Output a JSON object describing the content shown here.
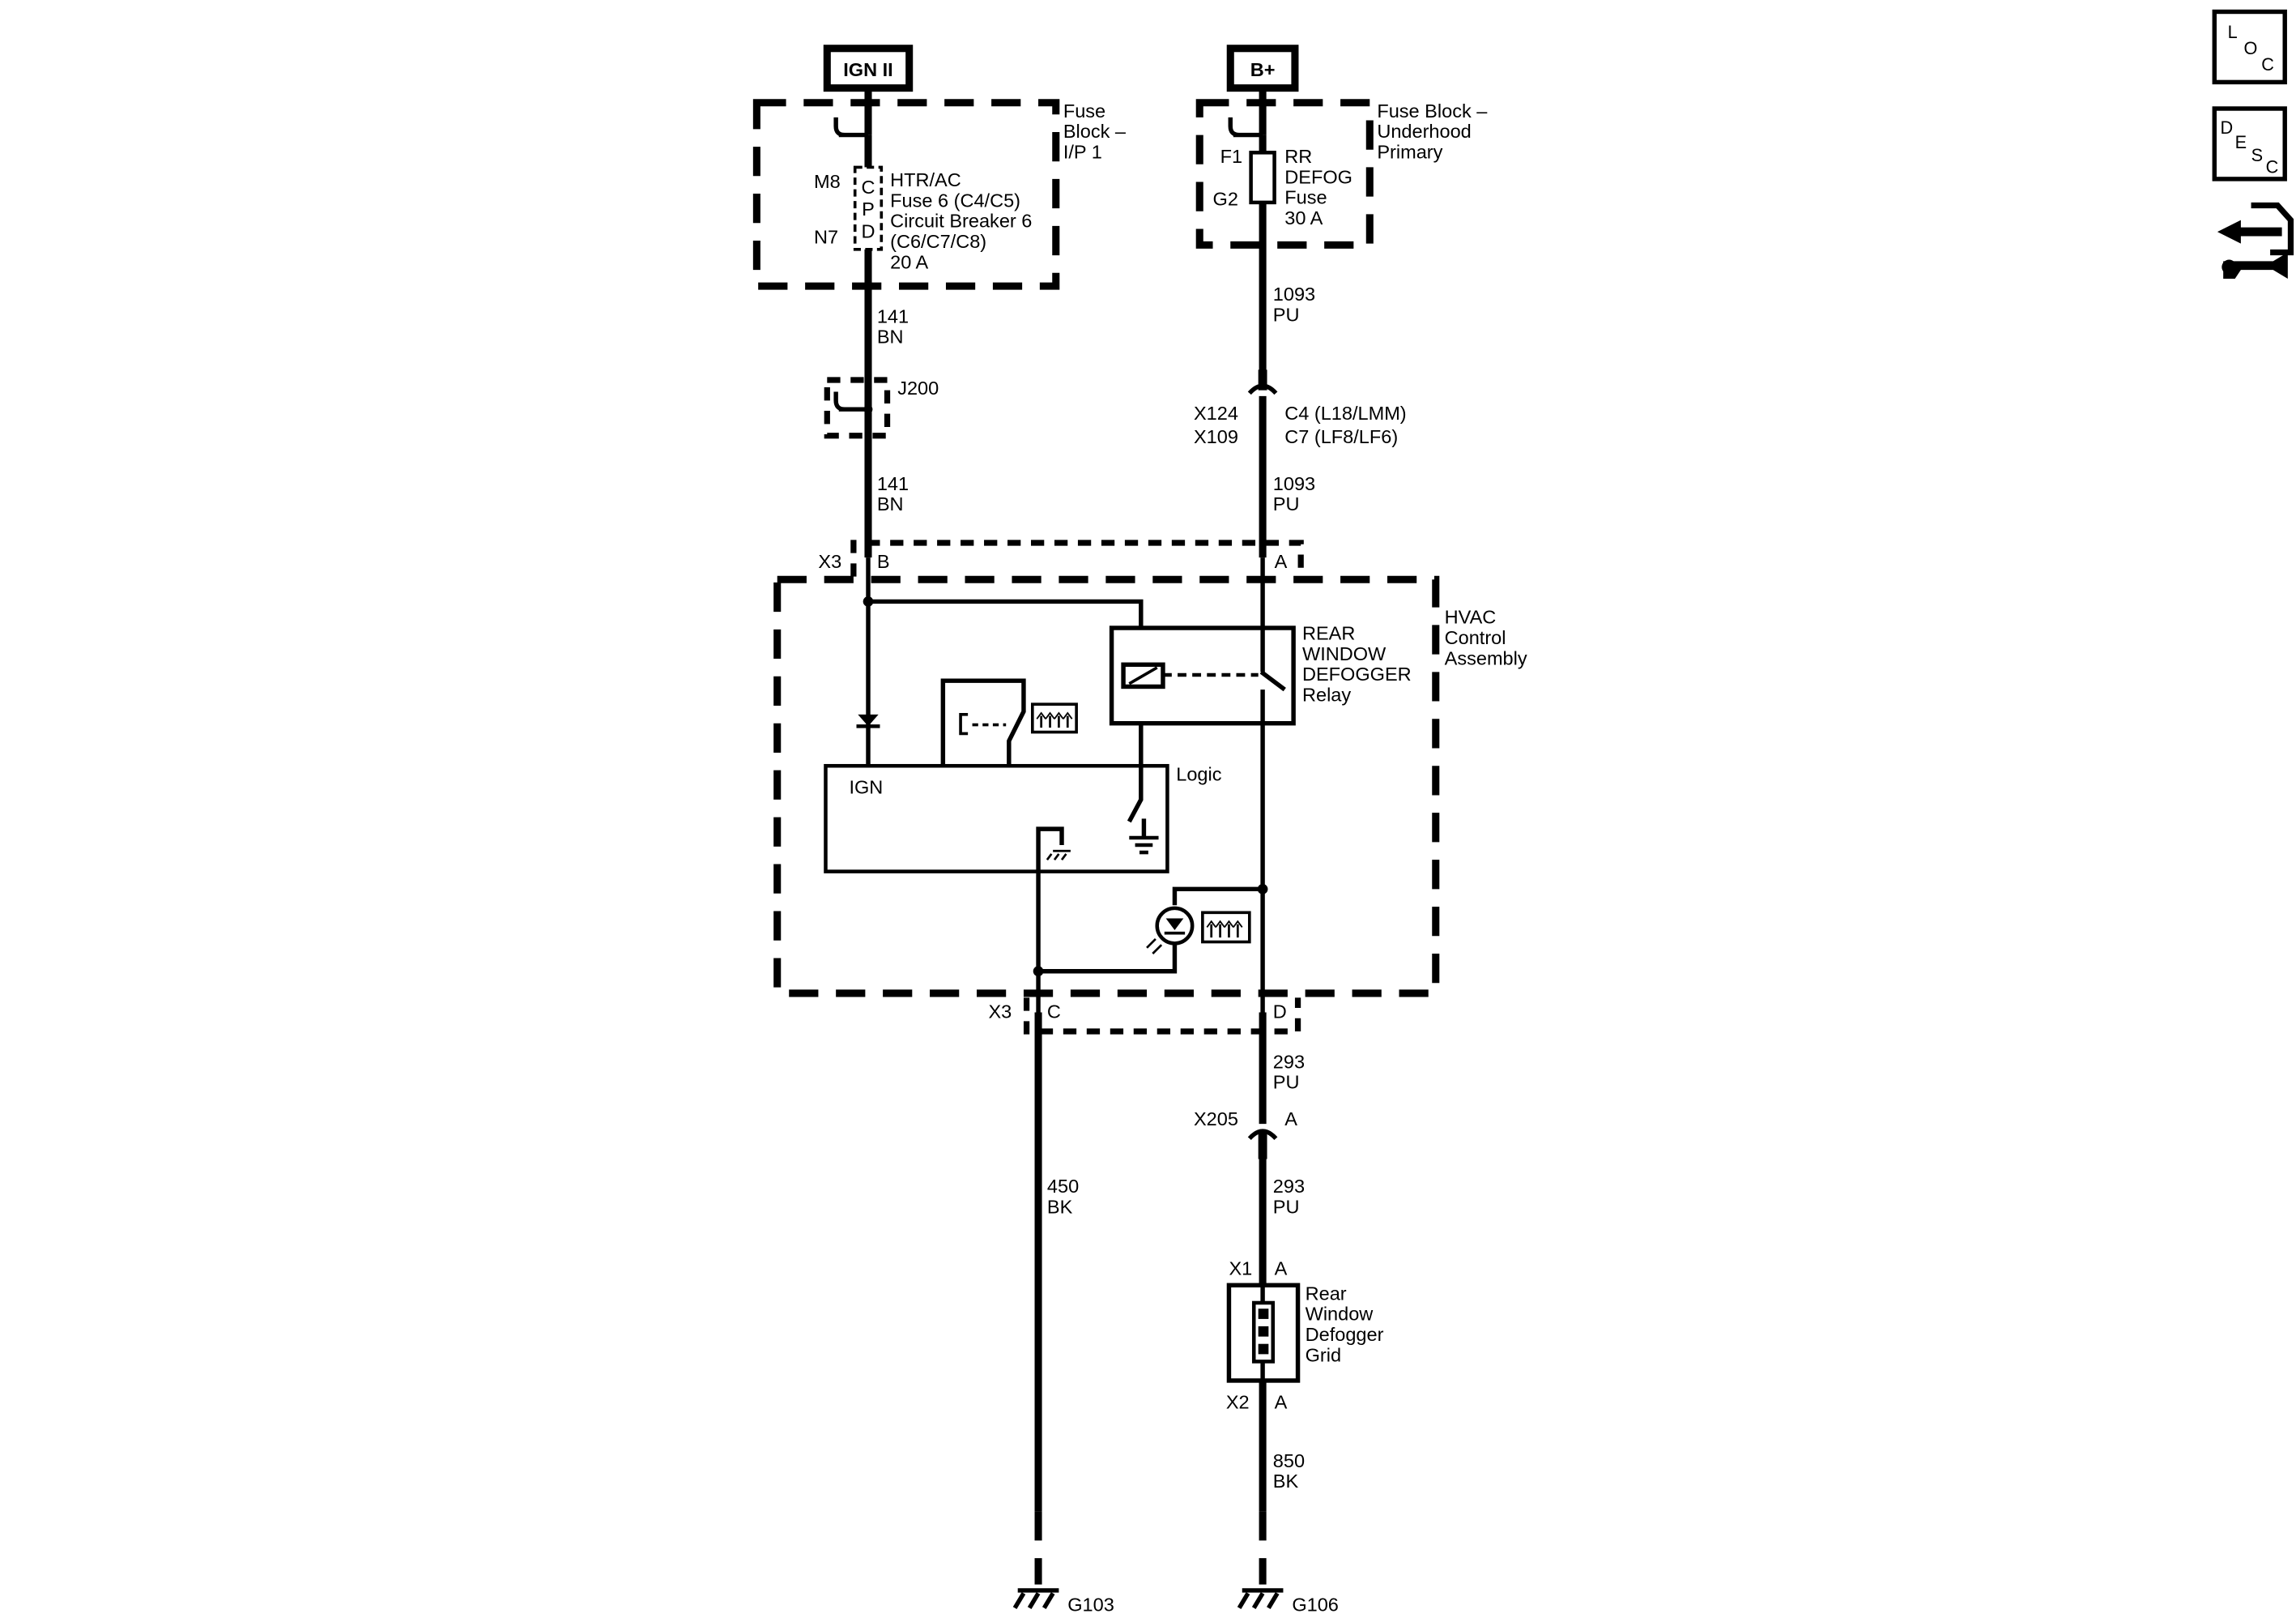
{
  "sources": {
    "ign": "IGN II",
    "batt": "B+"
  },
  "fuse_block_ip": {
    "name_lines": [
      "Fuse",
      "Block –",
      "I/P 1"
    ],
    "pin_top": "M8",
    "pin_bottom": "N7",
    "cpd_letters": [
      "C",
      "P",
      "D"
    ],
    "desc_lines": [
      "HTR/AC",
      "Fuse 6 (C4/C5)",
      "Circuit Breaker 6",
      "(C6/C7/C8)",
      "20 A"
    ]
  },
  "fuse_block_uh": {
    "name_lines": [
      "Fuse Block –",
      "Underhood",
      "Primary"
    ],
    "pin_top": "F1",
    "pin_bottom": "G2",
    "desc_lines": [
      "RR",
      "DEFOG",
      "Fuse",
      "30 A"
    ]
  },
  "wires": {
    "w141a": [
      "141",
      "BN"
    ],
    "w141b": [
      "141",
      "BN"
    ],
    "w1093a": [
      "1093",
      "PU"
    ],
    "w1093b": [
      "1093",
      "PU"
    ],
    "w293a": [
      "293",
      "PU"
    ],
    "w293b": [
      "293",
      "PU"
    ],
    "w450": [
      "450",
      "BK"
    ],
    "w850": [
      "850",
      "BK"
    ]
  },
  "splice": "J200",
  "inline_conn": {
    "ids": [
      "X124",
      "X109"
    ],
    "pins": [
      "C4 (L18/LMM)",
      "C7 (LF8/LF6)"
    ]
  },
  "hvac": {
    "name_lines": [
      "HVAC",
      "Control",
      "Assembly"
    ],
    "top_conn": {
      "id": "X3",
      "pin_left": "B",
      "pin_right": "A"
    },
    "bottom_conn": {
      "id": "X3",
      "pin_left": "C",
      "pin_right": "D"
    },
    "relay_lines": [
      "REAR",
      "WINDOW",
      "DEFOGGER",
      "Relay"
    ],
    "logic": "Logic",
    "ign": "IGN"
  },
  "x205": {
    "id": "X205",
    "pin": "A"
  },
  "grid": {
    "name_lines": [
      "Rear",
      "Window",
      "Defogger",
      "Grid"
    ],
    "top_id": "X1",
    "top_pin": "A",
    "bottom_id": "X2",
    "bottom_pin": "A"
  },
  "grounds": {
    "left": "G103",
    "right": "G106"
  },
  "side_icons": {
    "loc": {
      "letters": [
        "L",
        "O",
        "C"
      ],
      "icon": "location-icon"
    },
    "desc": {
      "letters": [
        "D",
        "E",
        "S",
        "C"
      ],
      "icon": "description-icon"
    },
    "nav": {
      "icon": "navigation-arrows-icon"
    }
  }
}
